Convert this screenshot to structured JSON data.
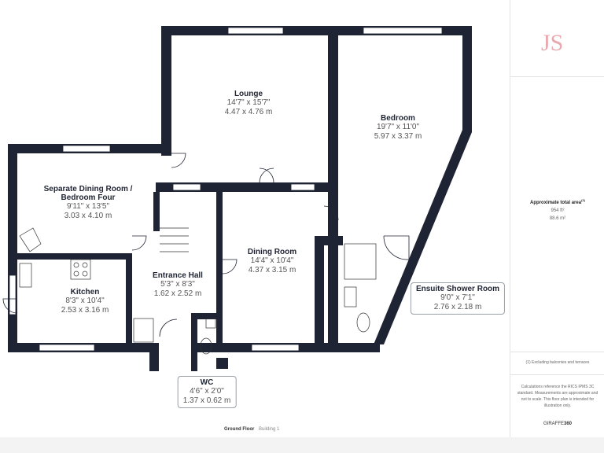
{
  "logo_text": "JS",
  "rooms": [
    {
      "name": "Lounge",
      "imperial": "14'7\" x 15'7\"",
      "metric": "4.47 x 4.76 m"
    },
    {
      "name": "Bedroom",
      "imperial": "19'7\" x 11'0\"",
      "metric": "5.97 x 3.37 m"
    },
    {
      "name": "Separate Dining Room /",
      "name2": "Bedroom Four",
      "imperial": "9'11\" x 13'5\"",
      "metric": "3.03 x 4.10 m"
    },
    {
      "name": "Dining Room",
      "imperial": "14'4\" x 10'4\"",
      "metric": "4.37 x 3.15 m"
    },
    {
      "name": "Entrance Hall",
      "imperial": "5'3\" x 8'3\"",
      "metric": "1.62 x 2.52 m"
    },
    {
      "name": "Kitchen",
      "imperial": "8'3\" x 10'4\"",
      "metric": "2.53 x 3.16 m"
    },
    {
      "name": "Ensuite Shower Room",
      "imperial": "9'0\" x 7'1\"",
      "metric": "2.76 x 2.18 m"
    },
    {
      "name": "WC",
      "imperial": "4'6\" x 2'0\"",
      "metric": "1.37 x 0.62 m"
    }
  ],
  "footer": {
    "floor": "Ground Floor",
    "building": "Building 1"
  },
  "sidebar": {
    "area_title": "Approximate total area",
    "area_note_mark": "(1)",
    "area_ft": "954 ft²",
    "area_m": "88.6 m²",
    "exclusion_note": "(1) Excluding balconies and terraces",
    "disclaimer": "Calculations reference the RICS IPMS 3C standard. Measurements are approximate and not to scale. This floor plan is intended for illustration only.",
    "brand_a": "GIRAFFE",
    "brand_b": "360"
  },
  "colors": {
    "wall": "#1e2433",
    "logo": "#e8a9b0",
    "label_border": "#9aa0a8"
  }
}
